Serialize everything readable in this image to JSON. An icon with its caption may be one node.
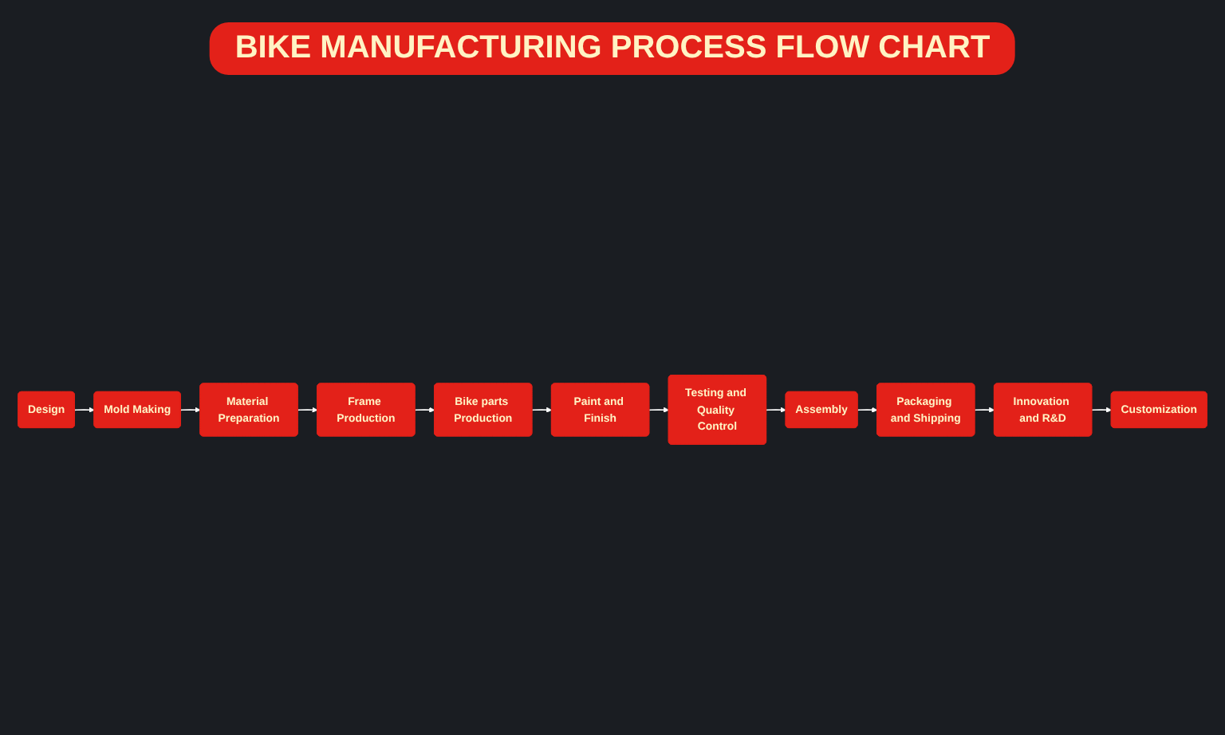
{
  "diagram": {
    "title": "BIKE MANUFACTURING PROCESS FLOW CHART",
    "nodes": [
      {
        "text": [
          "Design"
        ]
      },
      {
        "text": [
          "Mold Making"
        ]
      },
      {
        "text": [
          "Material Preparation"
        ]
      },
      {
        "text": [
          "Frame Production"
        ]
      },
      {
        "text": [
          "Bike parts Production"
        ]
      },
      {
        "text": [
          "Paint and Finish"
        ]
      },
      {
        "text": [
          "Testing and Quality Control"
        ]
      },
      {
        "text": [
          "Assembly"
        ]
      },
      {
        "text": [
          "Packaging and Shipping"
        ]
      },
      {
        "text": [
          "Innovation and R&D"
        ]
      },
      {
        "text": [
          "Customization"
        ]
      }
    ],
    "edges": [
      {
        "from": 0,
        "to": 1,
        "arrow": "to"
      },
      {
        "from": 1,
        "to": 2,
        "arrow": "to"
      },
      {
        "from": 2,
        "to": 3,
        "arrow": "to"
      },
      {
        "from": 3,
        "to": 4,
        "arrow": "to"
      },
      {
        "from": 4,
        "to": 5,
        "arrow": "to"
      },
      {
        "from": 5,
        "to": 6,
        "arrow": "to"
      },
      {
        "from": 6,
        "to": 7,
        "arrow": "to"
      },
      {
        "from": 7,
        "to": 8,
        "arrow": "to"
      },
      {
        "from": 8,
        "to": 9,
        "arrow": "to"
      },
      {
        "from": 9,
        "to": 10,
        "arrow": "to"
      }
    ]
  }
}
